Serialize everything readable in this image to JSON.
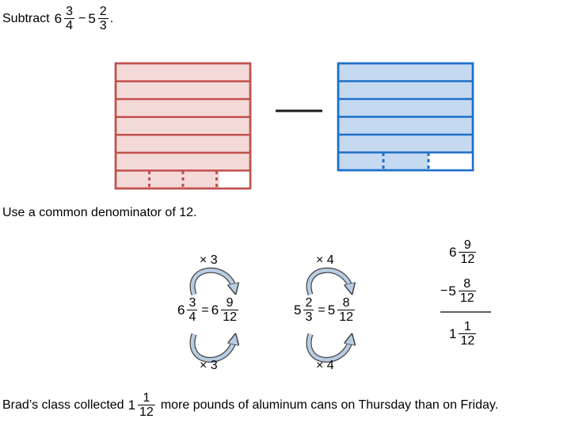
{
  "problem": {
    "prefix": "Subtract",
    "minuend": {
      "whole": "6",
      "num": "3",
      "den": "4"
    },
    "operator": "−",
    "subtrahend": {
      "whole": "5",
      "num": "2",
      "den": "3"
    },
    "suffix": "."
  },
  "models": {
    "left": {
      "rows": 7,
      "filled_parts_last_row": 3,
      "parts_last_row": 4,
      "fill": "#f4d9d9",
      "stroke": "#c0504d"
    },
    "right": {
      "rows": 6,
      "filled_parts_last_row": 2,
      "parts_last_row": 3,
      "fill": "#c5d9f1",
      "stroke": "#1f6fc6"
    },
    "minus_sign": "—"
  },
  "instruction": "Use a common denominator of 12.",
  "conversion1": {
    "multiplier_top": "× 3",
    "multiplier_bottom": "× 3",
    "from": {
      "whole": "6",
      "num": "3",
      "den": "4"
    },
    "equals": "=",
    "to": {
      "whole": "6",
      "num": "9",
      "den": "12"
    }
  },
  "conversion2": {
    "multiplier_top": "× 4",
    "multiplier_bottom": "× 4",
    "from": {
      "whole": "5",
      "num": "2",
      "den": "3"
    },
    "equals": "=",
    "to": {
      "whole": "5",
      "num": "8",
      "den": "12"
    }
  },
  "vertical": {
    "top": {
      "whole": "6",
      "num": "9",
      "den": "12"
    },
    "minus": "−",
    "middle": {
      "whole": "5",
      "num": "8",
      "den": "12"
    },
    "result": {
      "whole": "1",
      "num": "1",
      "den": "12"
    }
  },
  "conclusion": {
    "before": "Brad’s class collected",
    "value": {
      "whole": "1",
      "num": "1",
      "den": "12"
    },
    "after": "more pounds of aluminum cans on Thursday than on Friday."
  }
}
